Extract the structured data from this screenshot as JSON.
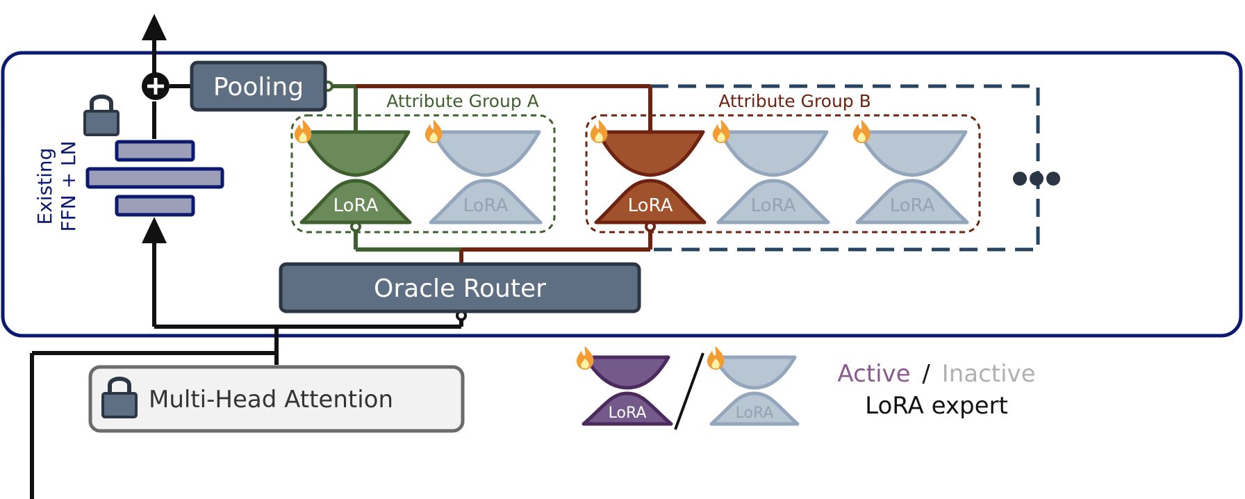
{
  "diagram": {
    "pooling_label": "Pooling",
    "router_label": "Oracle Router",
    "mha_label": "Multi-Head Attention",
    "ffn_label_line1": "Existing",
    "ffn_label_line2": "FFN + LN",
    "group_a_label": "Attribute Group A",
    "group_b_label": "Attribute Group B",
    "lora_label": "LoRA",
    "legend": {
      "active_word": "Active",
      "slash": "/",
      "inactive_word": "Inactive",
      "expert_caption": "LoRA expert"
    }
  },
  "colors": {
    "frame": "#0b1a6e",
    "box_fill": "#5e6f83",
    "box_stroke": "#2b3644",
    "group_a": "#3f5f2f",
    "group_a_fill": "#6b8a5a",
    "group_b": "#6e2210",
    "group_b_fill": "#a0522d",
    "inactive_fill": "#b8c5d2",
    "inactive_stroke": "#93a6bb",
    "legend_active": "#8a5a8e",
    "legend_active_fill": "#735a8a",
    "legend_active_stroke": "#4b2a5e",
    "legend_inactive": "#b0b0b0",
    "dash_blue": "#26435f"
  }
}
